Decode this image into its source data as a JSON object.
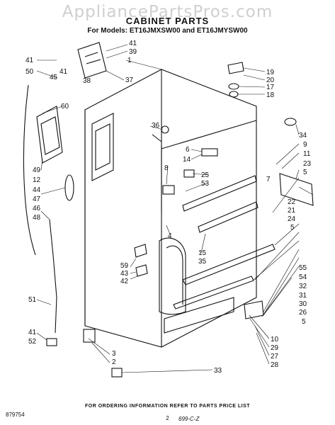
{
  "watermark": "AppliancePartsPros.com",
  "title": "CABINET PARTS",
  "subtitle": "For Models: ET16JMXSW00 and ET16JMYSW00",
  "callouts": {
    "c41a": "41",
    "c39": "39",
    "c1": "1",
    "c41b": "41",
    "c50": "50",
    "c45": "45",
    "c41c": "41",
    "c38": "38",
    "c37": "37",
    "c60": "60",
    "c49": "49",
    "c12": "12",
    "c44": "44",
    "c47": "47",
    "c46": "46",
    "c48": "48",
    "c51": "51",
    "c41d": "41",
    "c52": "52",
    "c36": "36",
    "c6": "6",
    "c14": "14",
    "c8": "8",
    "c25": "25",
    "c53": "53",
    "c4": "4",
    "c15": "15",
    "c35": "35",
    "c59": "59",
    "c43": "43",
    "c42": "42",
    "c3": "3",
    "c2": "2",
    "c33": "33",
    "c19": "19",
    "c20": "20",
    "c17": "17",
    "c18": "18",
    "c34": "34",
    "c9": "9",
    "c11": "11",
    "c23": "23",
    "c5a": "5",
    "c7": "7",
    "c22": "22",
    "c21": "21",
    "c24": "24",
    "c5b": "5",
    "c55": "55",
    "c54": "54",
    "c32": "32",
    "c31": "31",
    "c30": "30",
    "c26": "26",
    "c5c": "5",
    "c10": "10",
    "c29": "29",
    "c27": "27",
    "c28": "28"
  },
  "footer_note": "FOR ORDERING INFORMATION REFER TO PARTS PRICE LIST",
  "doc_code": "879754",
  "page_number": "2",
  "hand_note": "699-C-Z"
}
